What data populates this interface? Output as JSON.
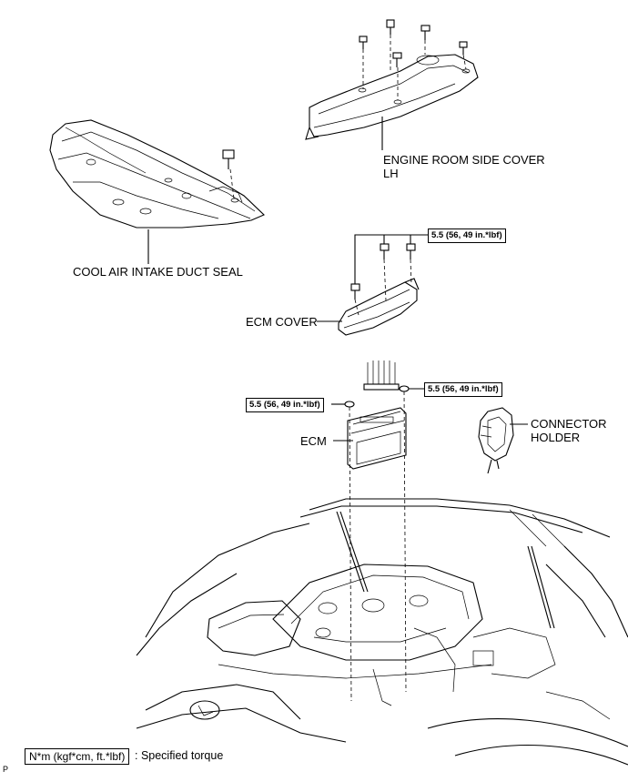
{
  "labels": {
    "engine_room_side_cover_line1": "ENGINE ROOM SIDE COVER",
    "engine_room_side_cover_line2": "LH",
    "cool_air_intake_duct_seal": "COOL AIR INTAKE DUCT SEAL",
    "ecm_cover": "ECM COVER",
    "ecm": "ECM",
    "connector_holder_line1": "CONNECTOR",
    "connector_holder_line2": "HOLDER"
  },
  "torque_specs": {
    "ecm_cover_bolts": "5.5 (56, 49 in.*lbf)",
    "ecm_nut_right": "5.5 (56, 49 in.*lbf)",
    "ecm_nut_left": "5.5 (56, 49 in.*lbf)"
  },
  "legend": {
    "box": "N*m (kgf*cm, ft.*lbf)",
    "text": ": Specified torque"
  },
  "corner_mark": "P"
}
